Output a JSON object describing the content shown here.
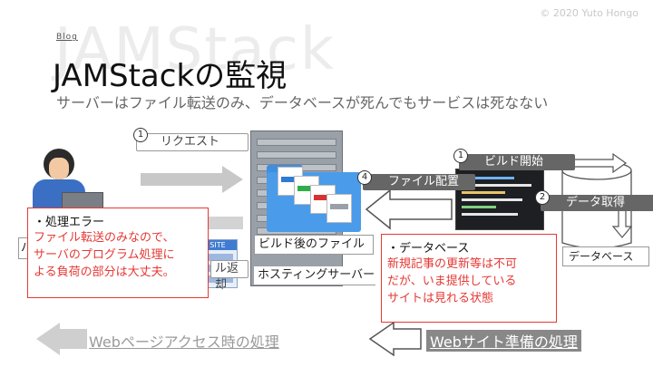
{
  "copyright": "© 2020 Yuto Hongo",
  "breadcrumb": "Blog",
  "watermark": "JAMStack",
  "title": "JAMStackの監視",
  "subtitle": "サーバーはファイル転送のみ、データベースが死んでもサービスは死なない",
  "steps": {
    "request": {
      "num": "1",
      "label": "リクエスト"
    },
    "return": {
      "label": "ル返却"
    },
    "build_start": {
      "num": "1",
      "label": "ビルド開始"
    },
    "data_fetch": {
      "num": "2",
      "label": "データ取得"
    },
    "file_deploy": {
      "num": "4",
      "label": "ファイル配置"
    }
  },
  "labels": {
    "built_files": "ビルド後のファイル",
    "hosting_server": "ホスティングサーバー",
    "database": "データベース",
    "user_partial": "パ",
    "site_sign": "SITE"
  },
  "left_note": {
    "head": "・処理エラー",
    "lines": [
      "ファイル転送のみなので、",
      "サーバのプログラム処理に",
      "よる負荷の部分は大丈夫。"
    ]
  },
  "right_note": {
    "head": "・データベース",
    "lines": [
      "新規記事の更新等は不可",
      "だが、いま提供している",
      "サイトは見れる状態"
    ]
  },
  "captions": {
    "left": "Webページアクセス時の処理",
    "right": "Webサイト準備の処理"
  }
}
